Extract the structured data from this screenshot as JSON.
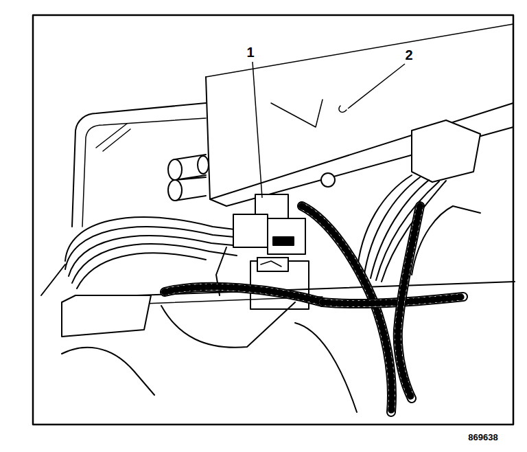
{
  "diagram": {
    "labels": [
      "1",
      "2",
      "869638"
    ]
  }
}
